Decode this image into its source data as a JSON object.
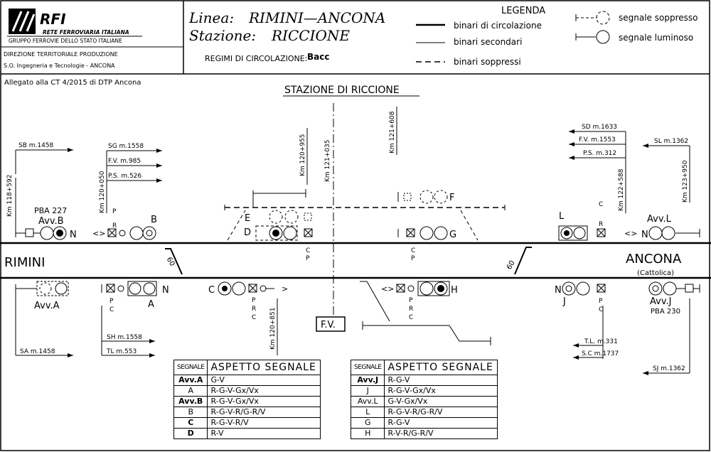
{
  "header": {
    "logo_text": "RFI",
    "logo_line1": "RETE FERROVIARIA ITALIANA",
    "logo_line2": "GRUPPO FERROVIE DELLO STATO ITALIANE",
    "directorate": "DIREZIONE TERRITORIALE PRODUZIONE",
    "office": "S.O. Ingegneria e Tecnologie - ANCONA",
    "line_label": "Linea:",
    "line_value": "RIMINI—ANCONA",
    "station_label": "Stazione:",
    "station_value": "RICCIONE",
    "regime_label": "REGIMI DI CIRCOLAZIONE:",
    "regime_value": "Bacc"
  },
  "legend": {
    "title": "LEGENDA",
    "main_track": "binari di circolazione",
    "secondary_track": "binari secondari",
    "removed_track": "binari soppressi",
    "removed_signal": "segnale soppresso",
    "light_signal": "segnale luminoso"
  },
  "attachment_note": "Allegato alla CT 4/2015 di DTP Ancona",
  "diagram_title": "STAZIONE DI RICCIONE",
  "places": {
    "west": "RIMINI",
    "east": "ANCONA",
    "east_sub": "(Cattolica)",
    "building": "F.V.",
    "speed_west": "60",
    "speed_east": "60"
  },
  "km_marks": {
    "k1": "Km 118+592",
    "k2": "Km 120+050",
    "k3": "Km 120+955",
    "k4": "Km 121+035",
    "k5": "Km 121+608",
    "k6": "Km 122+588",
    "k7": "Km 123+950",
    "k8": "Km 120+851"
  },
  "distances": {
    "sb": "SB m.1458",
    "sg": "SG m.1558",
    "fv_w": "F.V. m.985",
    "ps_w": "P.S. m.526",
    "sd": "SD m.1633",
    "fv_e": "F.V. m.1553",
    "ps_e": "P.S. m.312",
    "sl": "SL m.1362",
    "sa": "SA m.1458",
    "sh": "SH m.1558",
    "tl_w": "TL m.553",
    "tl_e": "T.L. m.331",
    "sc": "S.C m.1737",
    "sj": "SJ m.1362"
  },
  "signals": {
    "pba_w": "PBA 227",
    "avv_b": "Avv.B",
    "avv_a": "Avv.A",
    "avv_l": "Avv.L",
    "avv_j": "Avv.J",
    "pba_e": "PBA 230",
    "b": "B",
    "a": "A",
    "c": "C",
    "d": "D",
    "e": "E",
    "f": "F",
    "g": "G",
    "h": "H",
    "j": "J",
    "l": "L",
    "n": "N",
    "p": "P",
    "r": "R"
  },
  "table_left": {
    "h_signal": "SEGNALE",
    "h_aspect": "ASPETTO SEGNALE",
    "rows": [
      {
        "s": "Avv.A",
        "a": "G-V",
        "bold": true
      },
      {
        "s": "A",
        "a": "R-G-V-Gx/Vx",
        "bold": false
      },
      {
        "s": "Avv.B",
        "a": "R-G-V-Gx/Vx",
        "bold": true
      },
      {
        "s": "B",
        "a": "R-G-V-R/G-R/V",
        "bold": false
      },
      {
        "s": "C",
        "a": "R-G-V-R/V",
        "bold": true
      },
      {
        "s": "D",
        "a": "R-V",
        "bold": true
      }
    ]
  },
  "table_right": {
    "h_signal": "SEGNALE",
    "h_aspect": "ASPETTO SEGNALE",
    "rows": [
      {
        "s": "Avv.J",
        "a": "R-G-V",
        "bold": true
      },
      {
        "s": "J",
        "a": "R-G-V-Gx/Vx",
        "bold": false
      },
      {
        "s": "Avv.L",
        "a": "G-V-Gx/Vx",
        "bold": false
      },
      {
        "s": "L",
        "a": "R-G-V-R/G-R/V",
        "bold": false
      },
      {
        "s": "G",
        "a": "R-G-V",
        "bold": false
      },
      {
        "s": "H",
        "a": "R-V-R/G-R/V",
        "bold": false
      }
    ]
  }
}
